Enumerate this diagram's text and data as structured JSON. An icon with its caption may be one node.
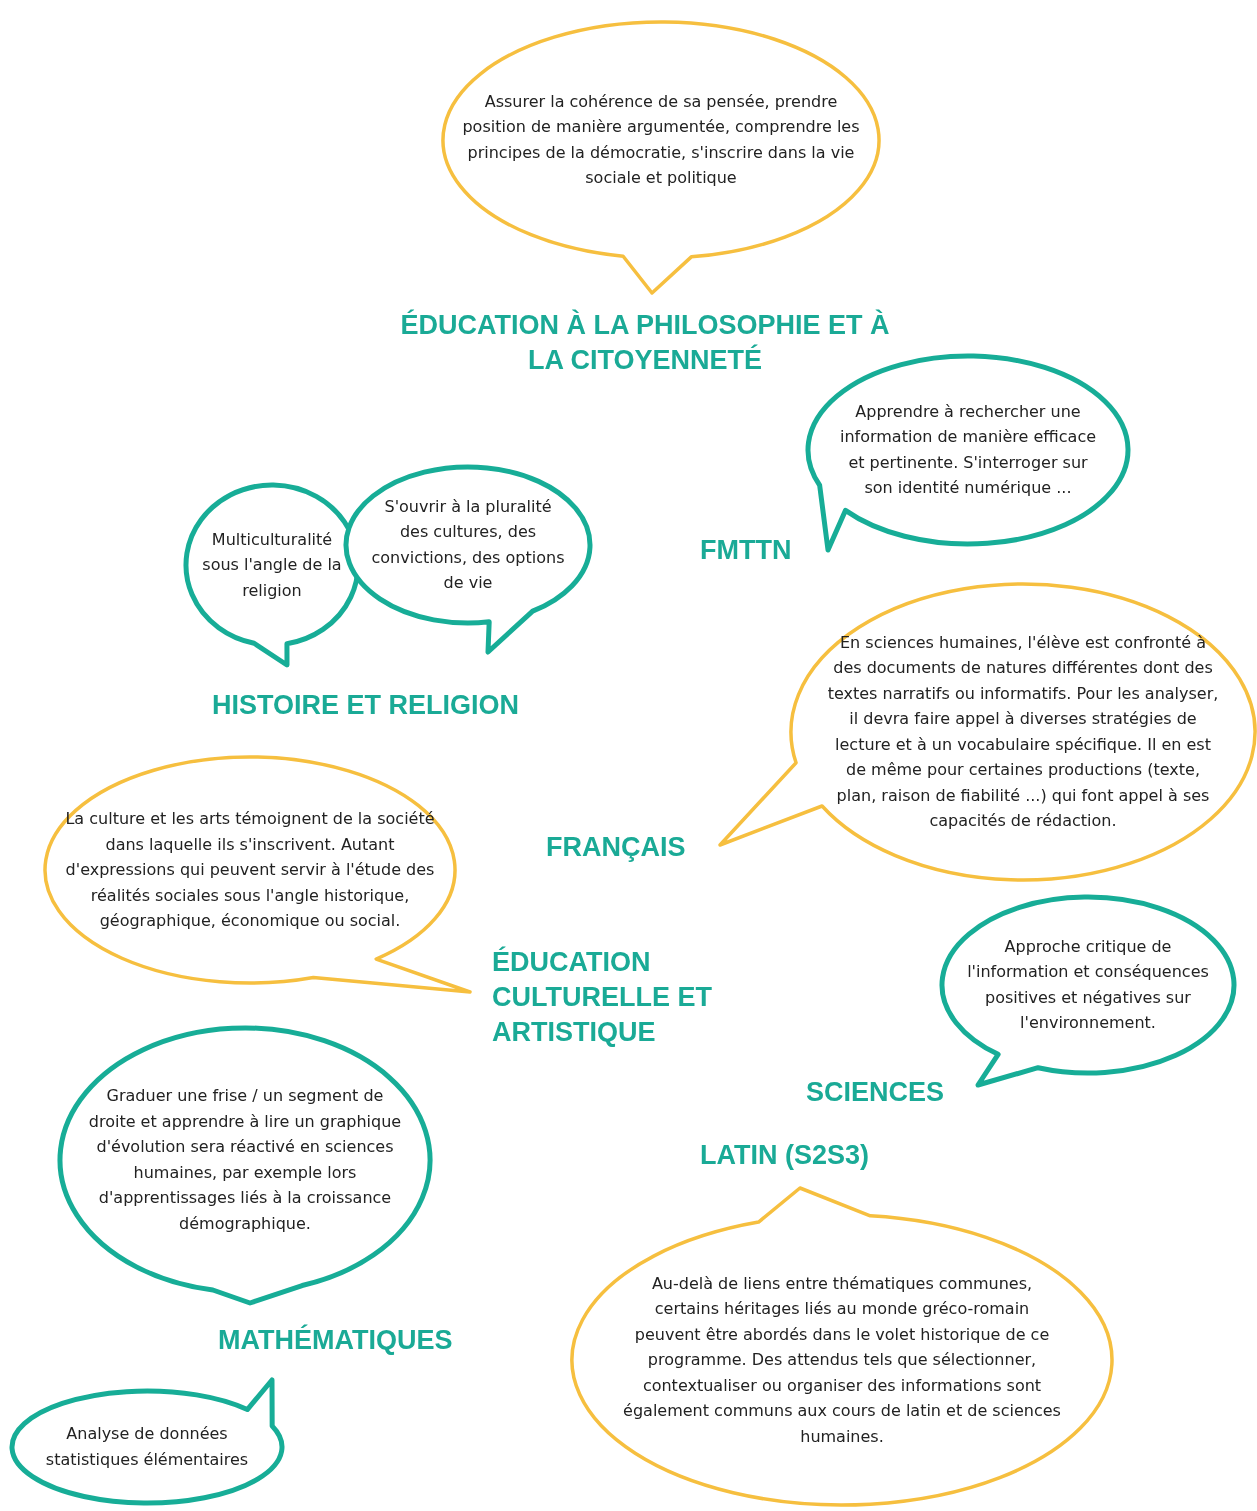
{
  "diagram": {
    "nodes": [
      {
        "text": [
          "Assurer la cohérence de sa pensée, prendre position de manière argumentée, comprendre les principes de la démocratie, s'inscrire dans la vie sociale et politique"
        ],
        "beside": [
          "ÉDUCATION À LA PHILOSOPHIE ET À LA CITOYENNETÉ"
        ]
      },
      {
        "text": [
          "Apprendre à rechercher une information de manière efficace et pertinente. S'interroger sur son identité numérique ..."
        ],
        "beside": [
          "FMTTN"
        ]
      },
      {
        "text": [
          "Multiculturalité sous l'angle de la religion"
        ]
      },
      {
        "text": [
          "S'ouvrir à la pluralité des cultures, des convictions, des options de vie"
        ],
        "beside": [
          "HISTOIRE ET RELIGION"
        ]
      },
      {
        "text": [
          "En sciences humaines, l'élève est confronté à des documents de natures différentes dont des textes narratifs ou informatifs. Pour les analyser, il devra faire appel à diverses stratégies de lecture et à un vocabulaire spécifique. Il en est de même pour certaines productions (texte, plan, raison de fiabilité ...) qui font appel à ses capacités de rédaction."
        ],
        "beside": [
          "FRANÇAIS"
        ]
      },
      {
        "text": [
          "La culture et les arts témoignent de la société dans laquelle ils s'inscrivent. Autant d'expressions qui peuvent servir à l'étude des réalités sociales sous l'angle historique, géographique, économique ou social."
        ],
        "beside": [
          "ÉDUCATION CULTURELLE ET ARTISTIQUE"
        ]
      },
      {
        "text": [
          "Approche critique de l'information et conséquences positives et négatives sur l'environnement."
        ],
        "beside": [
          "SCIENCES"
        ]
      },
      {
        "text": [
          "Graduer une frise / un segment de droite et apprendre à lire un graphique d'évolution sera réactivé en sciences humaines, par exemple lors d'apprentissages liés à la croissance démographique."
        ],
        "beside": [
          "MATHÉMATIQUES"
        ]
      },
      {
        "text": [
          "Analyse de données statistiques élémentaires"
        ]
      },
      {
        "text": [
          "Au-delà de liens entre thématiques communes, certains héritages liés au monde gréco-romain peuvent être abordés dans le volet historique de ce programme. Des attendus tels que sélectionner, contextualiser ou organiser des informations sont également communs aux cours de latin et de sciences humaines."
        ],
        "beside": [
          "LATIN (S2S3)"
        ]
      }
    ]
  }
}
